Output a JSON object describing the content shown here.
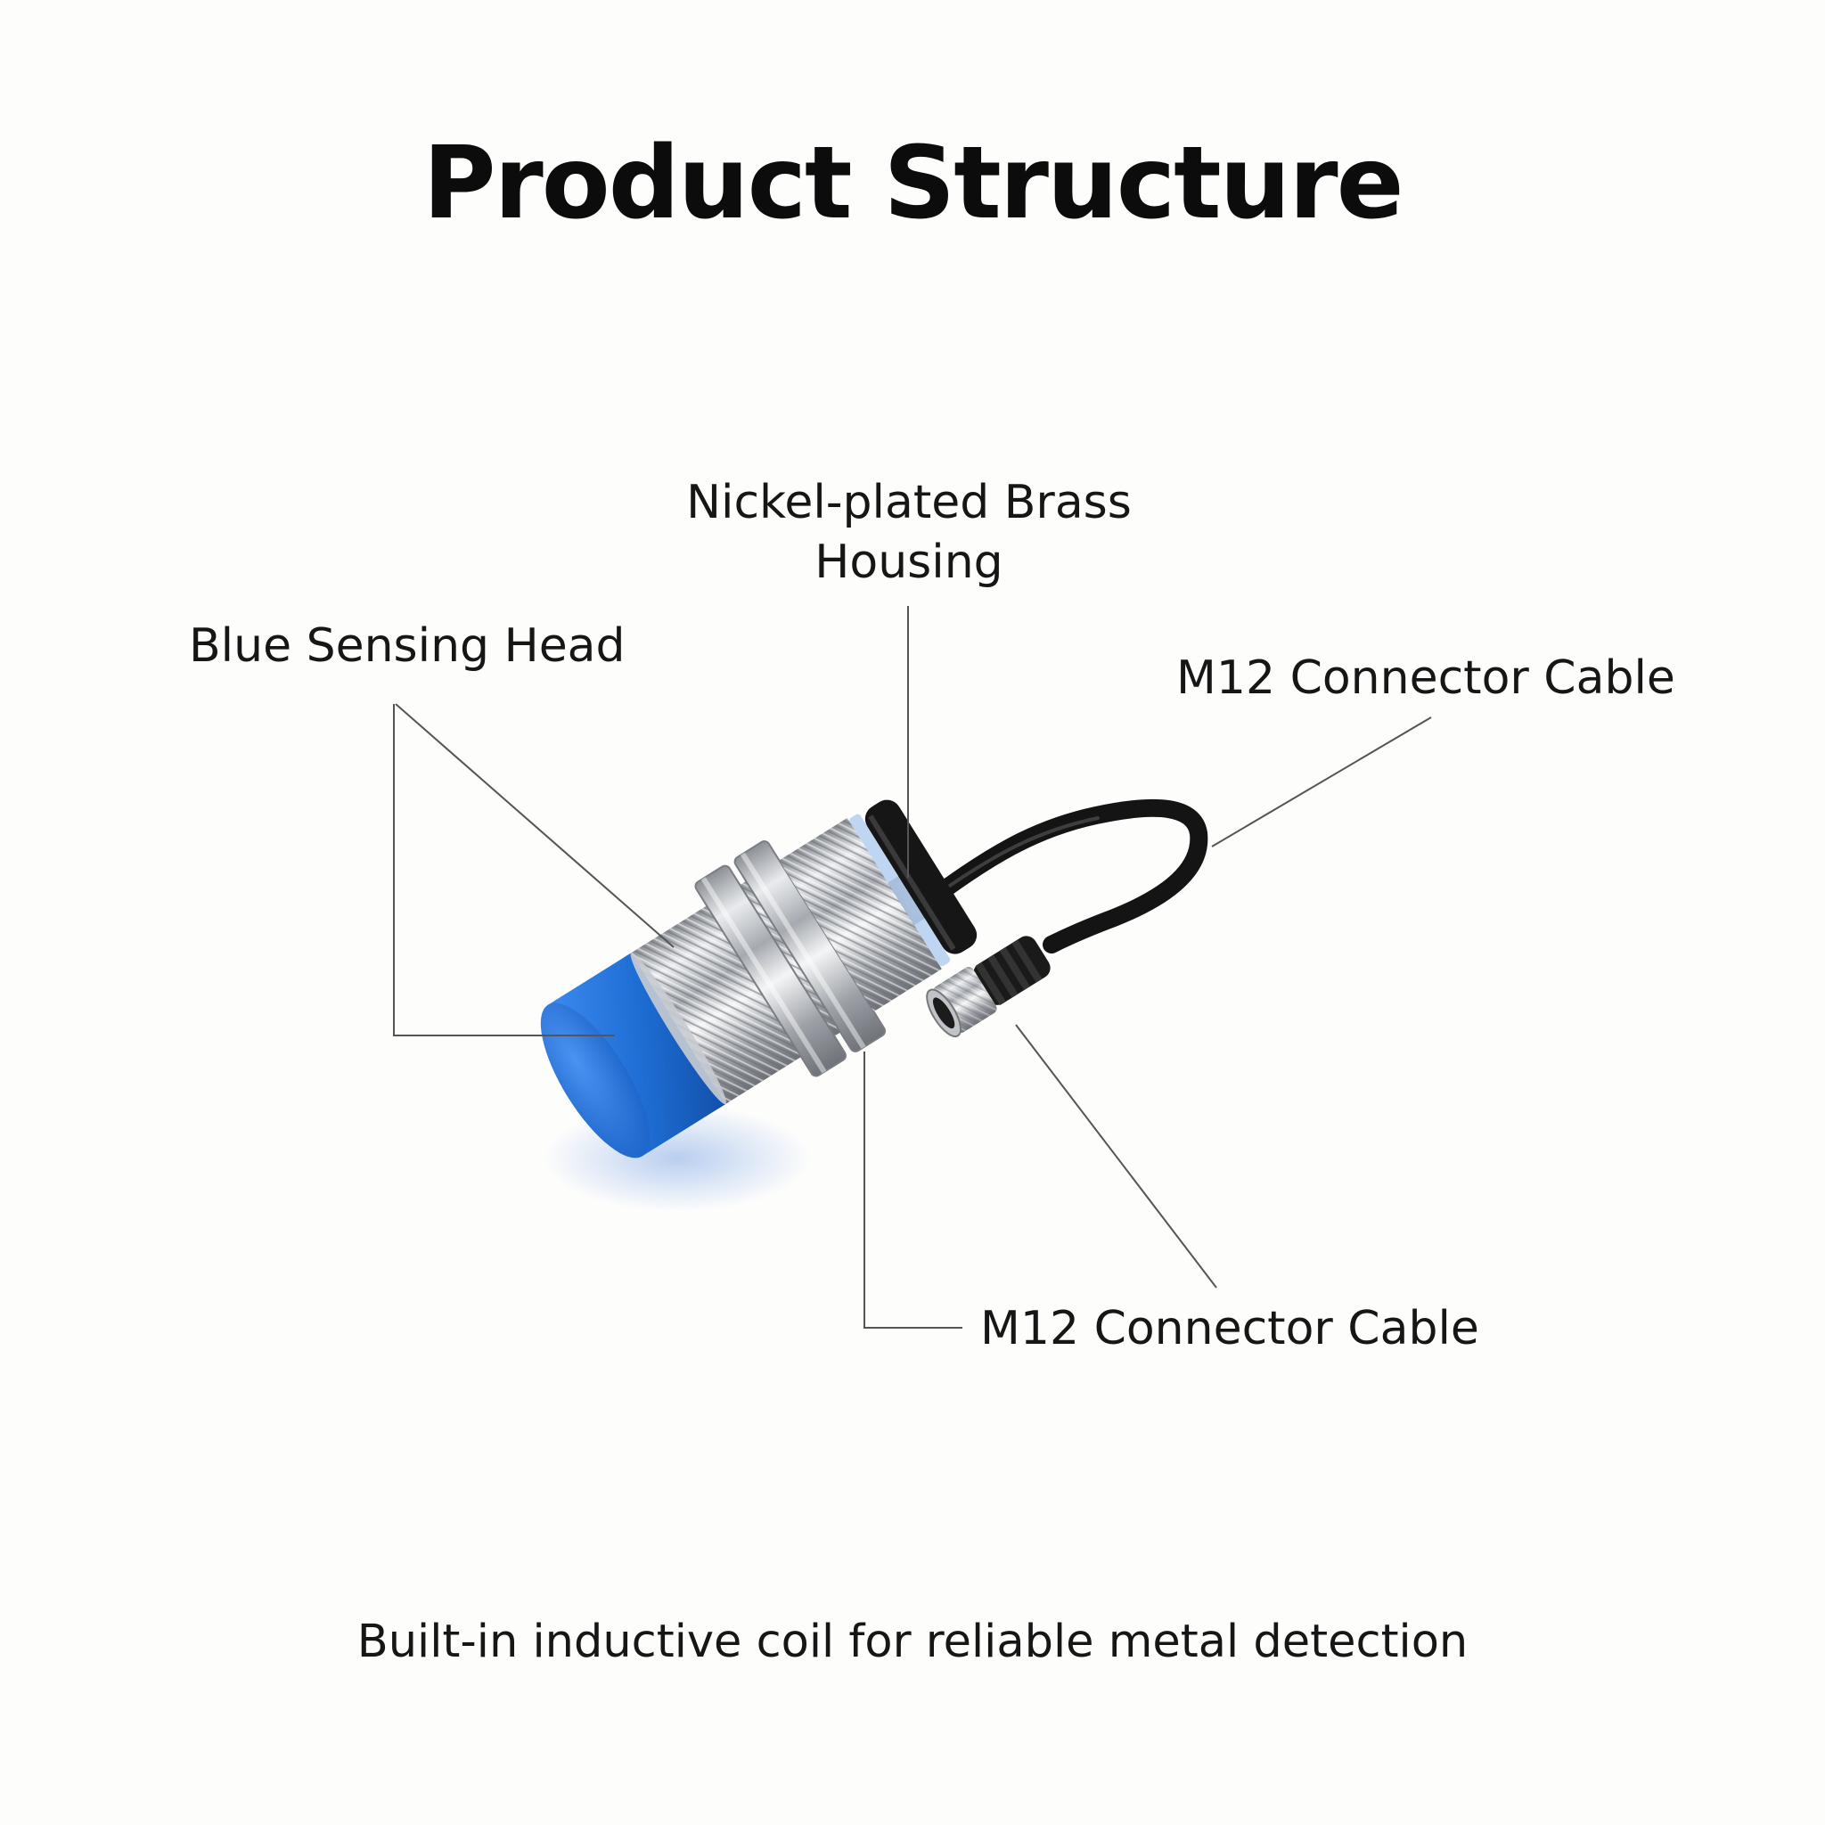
{
  "title": "Product Structure",
  "callouts": {
    "head": "Blue Sensing Head",
    "housing": "Nickel-plated Brass Housing",
    "cable_top": "M12 Connector Cable",
    "cable_bottom": "M12 Connector Cable"
  },
  "caption": "Built-in inductive coil for reliable metal detection",
  "colors": {
    "sensing_head": "#1f6fd6",
    "housing_metal": "#c9ccd0",
    "cable": "#141414",
    "leader_line": "#555555"
  }
}
